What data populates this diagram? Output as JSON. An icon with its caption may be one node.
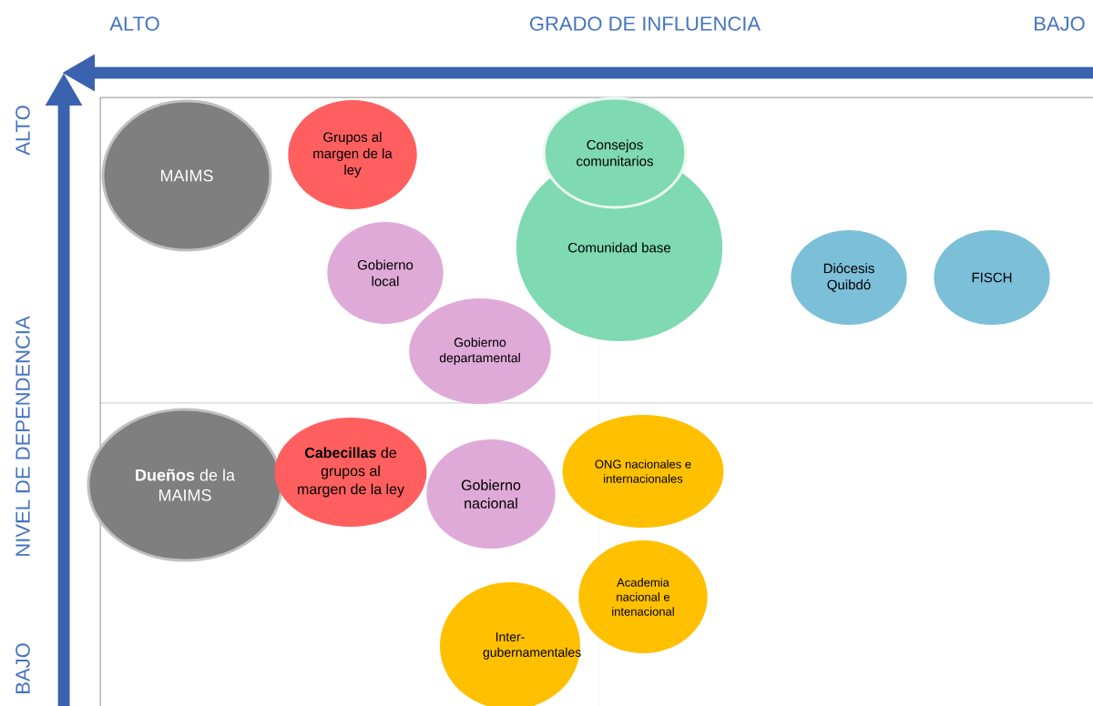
{
  "diagram": {
    "nodes": [
      {
        "text": [
          "MAIMS"
        ]
      },
      {
        "text": [
          "Grupos al margen de la ley"
        ]
      },
      {
        "text": [
          "Comunidad base"
        ]
      },
      {
        "text": [
          "Consejos comunitarios"
        ]
      },
      {
        "text": [
          "Gobierno local"
        ]
      },
      {
        "text": [
          "Gobierno departamental"
        ]
      },
      {
        "text": [
          "Diócesis Quibdó"
        ]
      },
      {
        "text": [
          "FISCH"
        ]
      },
      {
        "text": [
          "**Dueños** de la MAIMS"
        ]
      },
      {
        "text": [
          "**Cabecillas** de grupos al margen de la ley"
        ]
      },
      {
        "text": [
          "Gobierno nacional"
        ]
      },
      {
        "text": [
          "ONG nacionales e internacionales"
        ]
      },
      {
        "text": [
          "Academia nacional e intenacional"
        ]
      },
      {
        "text": [
          "Inter- gubernamentales"
        ]
      }
    ],
    "labels": [
      "ALTO",
      "GRADO DE INFLUENCIA",
      "BAJO",
      "ALTO",
      "NIVEL DE DEPENDENCIA",
      "BAJO"
    ]
  }
}
